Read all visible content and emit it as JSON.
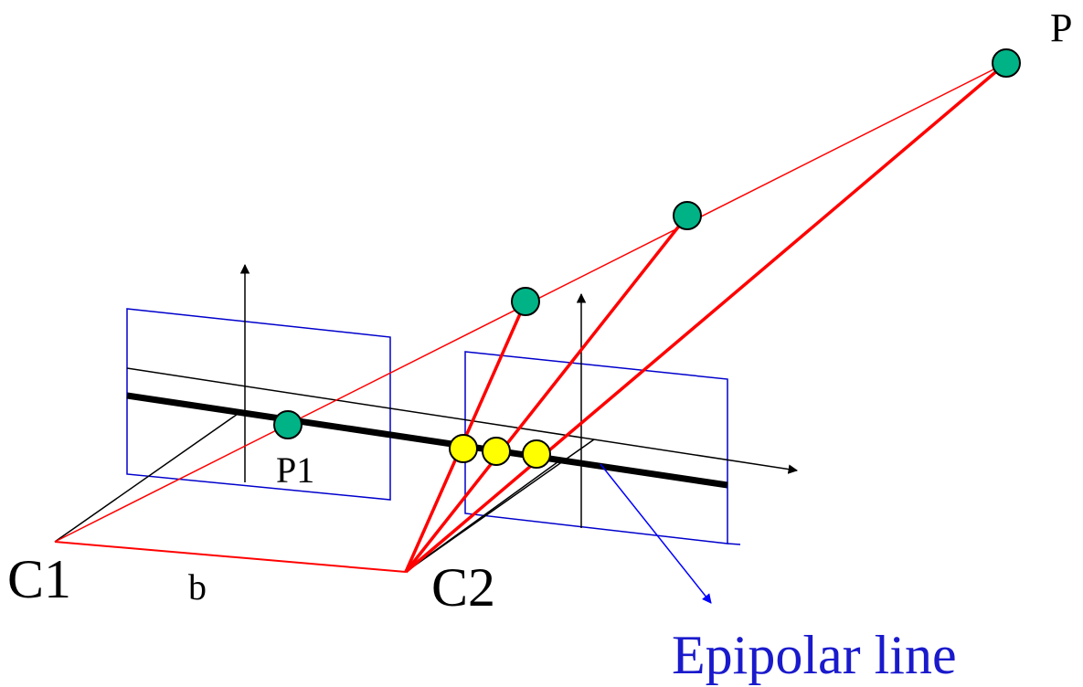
{
  "labels": {
    "point_p": "P",
    "point_p1": "P1",
    "camera_c1": "C1",
    "camera_c2": "C2",
    "baseline_b": "b",
    "epipolar_line": "Epipolar line"
  },
  "colors": {
    "ray": "#ff0000",
    "image_plane": "#0000cc",
    "epipolar_label": "#1a1acc",
    "candidate_point": "#00b386",
    "projection_point": "#ffff00",
    "axis": "#000000"
  }
}
